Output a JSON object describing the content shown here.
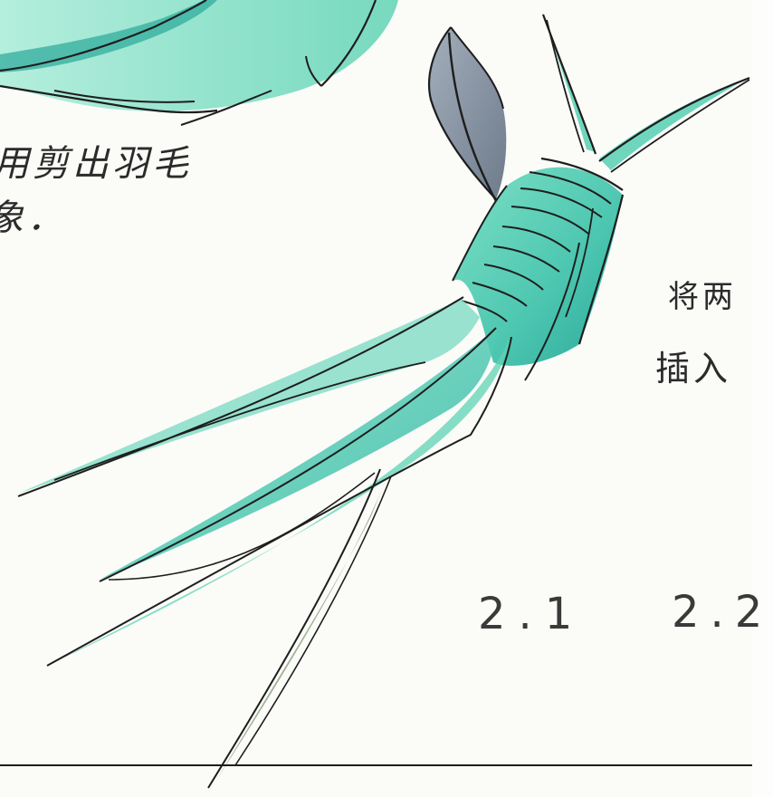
{
  "notes": {
    "left_line_1": "用剪出羽毛",
    "left_line_2": "象．",
    "right_line_1": "将两",
    "right_line_2": "插入"
  },
  "step_labels": {
    "first": "2.1",
    "second": "2.2"
  },
  "colors": {
    "feather_teal": "#5fd3b4",
    "feather_dark_teal": "#2aa89a",
    "feather_grey": "#7f8d9c",
    "grass_grey_green": "#8fa58a",
    "ink": "#1e1e1e",
    "paper": "#fbfbf8"
  }
}
